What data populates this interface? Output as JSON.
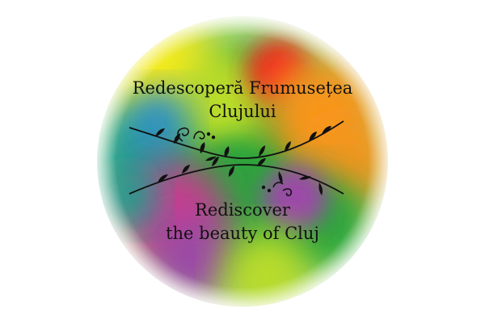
{
  "logo": {
    "romanian": {
      "line1": "Redescoperă Frumusețea",
      "line2": "Clujului"
    },
    "english": {
      "line1": "Rediscover",
      "line2": "the beauty of Cluj"
    }
  },
  "colors": {
    "red": "#ef2b22",
    "orange": "#f7951c",
    "yellow": "#f4ea1e",
    "lime": "#b9dc2a",
    "green": "#2aa53a",
    "teal": "#1fa090",
    "blue": "#2f8fc8",
    "purple": "#9c4aa8",
    "magenta": "#c43c8e",
    "branch": "#111111"
  }
}
